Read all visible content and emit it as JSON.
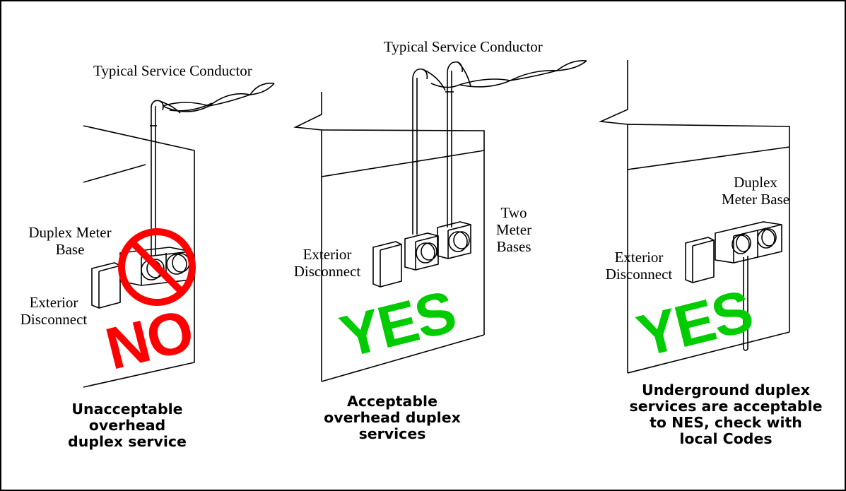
{
  "colors": {
    "no": "#ff0000",
    "yes": "#00cc00",
    "line": "#000000"
  },
  "left": {
    "service_label": "Typical Service Conductor",
    "meter_label": [
      "Duplex Meter",
      "Base"
    ],
    "disconnect_label": [
      "Exterior",
      "Disconnect"
    ],
    "verdict": "NO",
    "caption": [
      "Unacceptable",
      "overhead",
      "duplex service"
    ],
    "prohibition_icon": "no-symbol"
  },
  "middle": {
    "service_label": "Typical Service Conductor",
    "meter_label": [
      "Two",
      "Meter",
      "Bases"
    ],
    "disconnect_label": [
      "Exterior",
      "Disconnect"
    ],
    "verdict": "YES",
    "caption": [
      "Acceptable",
      "overhead duplex",
      "services"
    ]
  },
  "right": {
    "meter_label": [
      "Duplex",
      "Meter Base"
    ],
    "disconnect_label": [
      "Exterior",
      "Disconnect"
    ],
    "verdict": "YES",
    "caption": [
      "Underground duplex",
      "services are acceptable",
      "to NES, check with",
      "local Codes"
    ]
  }
}
